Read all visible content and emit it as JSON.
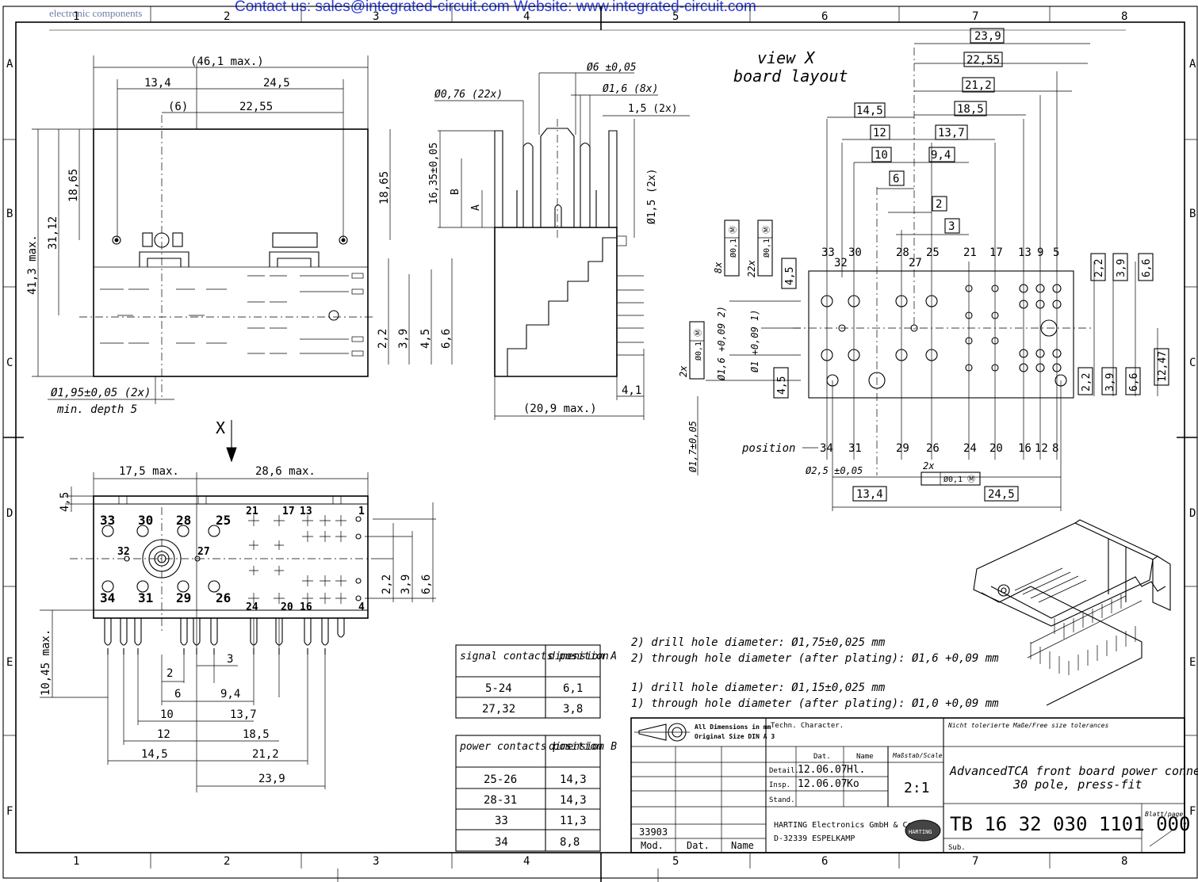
{
  "header": {
    "logo_text": "electronic components",
    "contact": "Contact us: sales@integrated-circuit.com Website: www.integrated-circuit.com"
  },
  "frame": {
    "columns": [
      "1",
      "2",
      "3",
      "4",
      "5",
      "6",
      "7",
      "8"
    ],
    "rows": [
      "A",
      "B",
      "C",
      "D",
      "E",
      "F"
    ]
  },
  "top_view": {
    "dims": [
      "(46,1 max.)",
      "13,4",
      "24,5",
      "(6)",
      "22,55",
      "18,65",
      "31,12",
      "41,3 max.",
      "18,65",
      "2,2",
      "3,9",
      "4,5",
      "6,6"
    ],
    "hole_note": "Ø1,95±0,05 (2x)",
    "hole_note2": "min. depth 5",
    "view_marker": "X"
  },
  "side_view": {
    "dims": [
      "Ø6 ±0,05",
      "Ø1,6 (8x)",
      "1,5 (2x)",
      "Ø0,76 (22x)",
      "16,35±0,05",
      "B",
      "A",
      "Ø1,5 (2x)",
      "(20,9 max.)",
      "4,1"
    ]
  },
  "board_layout": {
    "title1": "view X",
    "title2": "board layout",
    "boxed_dims": [
      "23,9",
      "22,55",
      "21,2",
      "18,5",
      "14,5",
      "13,7",
      "12",
      "9,4",
      "10",
      "6",
      "2",
      "3",
      "2,2",
      "3,9",
      "6,6",
      "12,47",
      "13,4",
      "24,5",
      "4,5",
      "4,5",
      "2,2",
      "3,9",
      "6,6"
    ],
    "positions_top": [
      "33",
      "32",
      "30",
      "28",
      "27",
      "25",
      "21",
      "17",
      "13",
      "9",
      "5"
    ],
    "positions_bottom": [
      "34",
      "31",
      "29",
      "26",
      "24",
      "20",
      "16",
      "12",
      "8"
    ],
    "position_label": "position",
    "tol_labels": [
      "8x",
      "22x",
      "2x",
      "Ø0,1 Ⓜ"
    ],
    "side_notes": [
      "Ø1,6 +0,09 2)",
      "Ø1 +0,09 1)",
      "Ø1,7±0,05",
      "Ø2,5 ±0,05",
      "2x"
    ]
  },
  "front_view": {
    "dims": [
      "17,5 max.",
      "28,6 max.",
      "4,5",
      "10,45 max.",
      "2,2",
      "3,9",
      "6,6"
    ],
    "pin_labels": [
      "33",
      "30",
      "28",
      "25",
      "21",
      "17",
      "13",
      "1",
      "32",
      "27",
      "34",
      "31",
      "29",
      "26",
      "24",
      "20",
      "16",
      "4"
    ],
    "lower_dims": [
      "2",
      "3",
      "6",
      "9,4",
      "10",
      "13,7",
      "12",
      "18,5",
      "14,5",
      "21,2",
      "23,9"
    ]
  },
  "notes": {
    "n2a": "2) drill hole diameter: Ø1,75±0,025 mm",
    "n2b": "2) through hole diameter (after plating): Ø1,6 +0,09 mm",
    "n1a": "1) drill hole diameter: Ø1,15±0,025 mm",
    "n1b": "1) through hole diameter (after plating): Ø1,0 +0,09 mm"
  },
  "signal_table": {
    "headers": [
      "signal contacts position",
      "dimension A"
    ],
    "rows": [
      [
        "5-24",
        "6,1"
      ],
      [
        "27,32",
        "3,8"
      ]
    ]
  },
  "power_table": {
    "headers": [
      "power contacts position",
      "dimension B"
    ],
    "rows": [
      [
        "25-26",
        "14,3"
      ],
      [
        "28-31",
        "14,3"
      ],
      [
        "33",
        "11,3"
      ],
      [
        "34",
        "8,8"
      ]
    ]
  },
  "title_block": {
    "dims_note1": "All Dimensions in mm",
    "dims_note2": "Original Size DIN A 3",
    "techn": "Techn. Character.",
    "free_tol": "Nicht tolerierte Maße/Free size tolerances",
    "dat": "Dat.",
    "name": "Name",
    "scale_label": "Maßstab/Scale",
    "scale": "2:1",
    "detail": "Detail.",
    "detail_date": "12.06.07",
    "detail_name": "Hl.",
    "insp": "Insp.",
    "insp_date": "12.06.07",
    "insp_name": "Ko",
    "stand": "Stand.",
    "description1": "AdvancedTCA front board power connector",
    "description2": "30 pole, press-fit",
    "company1": "HARTING Electronics GmbH & Co. KG",
    "company2": "D-32339 ESPELKAMP",
    "logo": "HARTING",
    "doc_number": "TB 16 32 030 1101 000",
    "page_label": "Blatt/page",
    "sub": "Sub.",
    "mod_no": "33903",
    "mod": "Mod.",
    "mod_dat": "Dat.",
    "mod_name": "Name"
  }
}
